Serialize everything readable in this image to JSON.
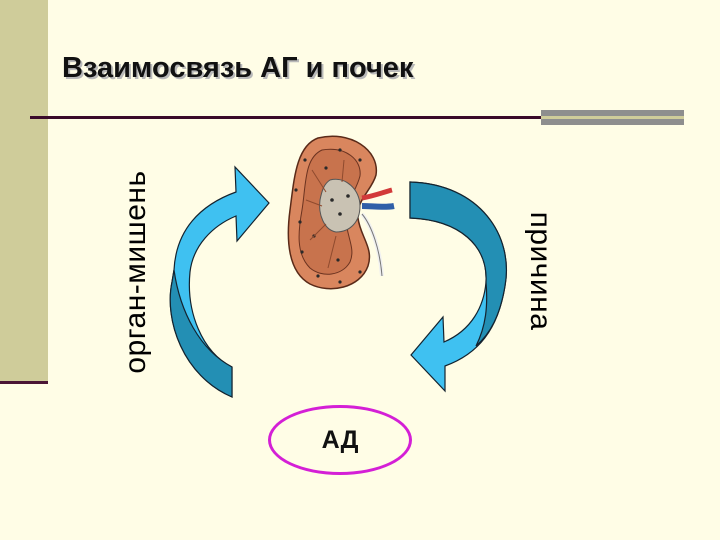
{
  "slide": {
    "title": "Взаимосвязь АГ и почек",
    "left_label": "орган-мишень",
    "right_label": "причина",
    "center_label": "АД"
  },
  "colors": {
    "background": "#fffde6",
    "accent_bar": "#cfcc9a",
    "arrow_light": "#3fc1f1",
    "arrow_dark": "#238fb4",
    "oval_border": "#d41fd6",
    "kidney": "#d9865e"
  },
  "icons": {
    "kidney": "kidney-icon",
    "left_arrow": "curved-arrow-up-icon",
    "right_arrow": "curved-arrow-down-icon"
  }
}
